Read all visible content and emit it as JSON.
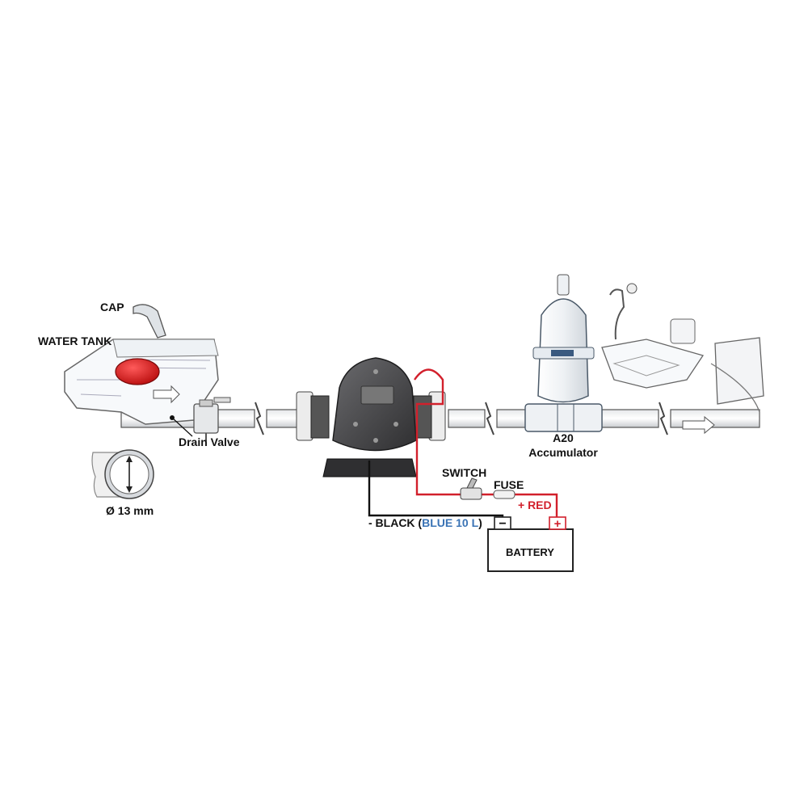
{
  "labels": {
    "cap": "CAP",
    "water_tank": "WATER TANK",
    "drain_valve": "Drain Valve",
    "diameter": "Ø 13 mm",
    "switch": "SWITCH",
    "fuse": "FUSE",
    "red_wire": "+ RED",
    "black_wire_prefix": "- BLACK (",
    "black_wire_blue": "BLUE 10 L",
    "black_wire_suffix": ")",
    "battery": "BATTERY",
    "accumulator_model": "A20",
    "accumulator": "Accumulator",
    "battery_minus": "−",
    "battery_plus": "+"
  },
  "colors": {
    "red_wire": "#d2202c",
    "blue_text": "#3a73b5",
    "black_wire": "#111111",
    "pump_body": "#4a4a4c",
    "outline": "#333333"
  },
  "icons": [
    "water-tank-icon",
    "cap-icon",
    "drain-valve-icon",
    "pipe-cross-section-icon",
    "pump-icon",
    "switch-icon",
    "fuse-icon",
    "battery-icon",
    "accumulator-icon",
    "shower-icon",
    "sink-icon",
    "flow-arrow-icon"
  ]
}
